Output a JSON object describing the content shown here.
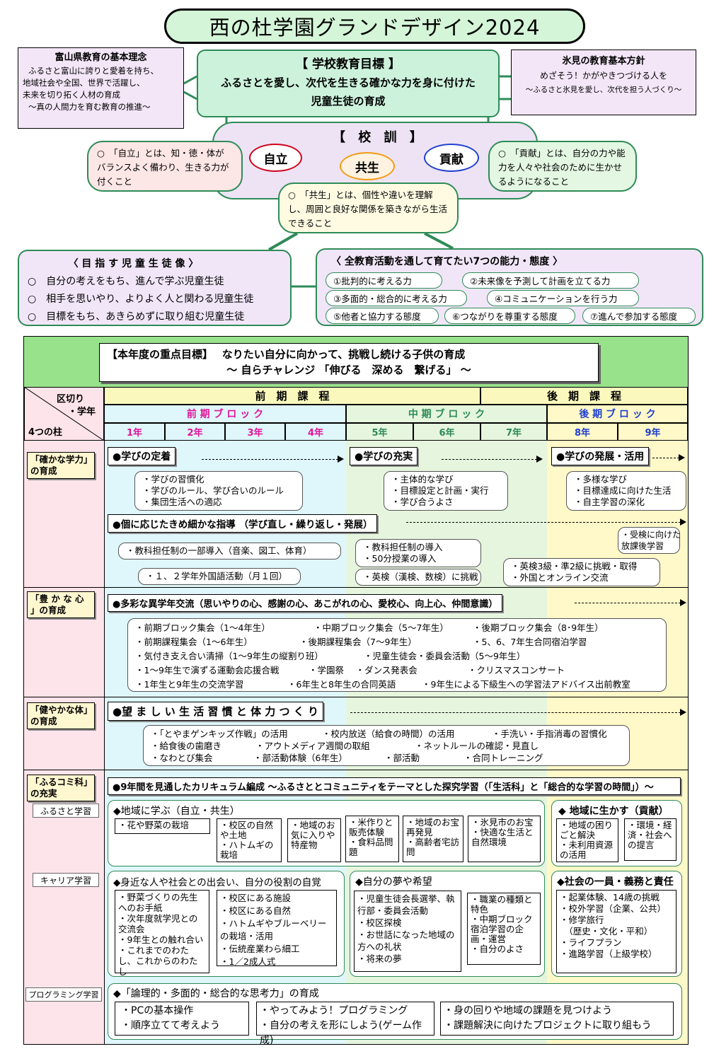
{
  "title": "西の杜学園グランドデザイン2024",
  "pref": {
    "heading": "富山県教育の基本理念",
    "lines": [
      "ふるさと富山に誇りと愛着を持ち、",
      "地域社会や全国、世界で活躍し、",
      "未来を切り拓く人材の育成",
      "～真の人間力を育む教育の推進～"
    ]
  },
  "himi": {
    "heading": "氷見の教育基本方針",
    "line1": "めざそう！かがやきつづける人を",
    "line2": "～ふるさと氷見を愛し、次代を担う人づくり～"
  },
  "goal": {
    "heading": "【 学校教育目標 】",
    "line1": "ふるさとを愛し、次代を生きる確かな力を身に付けた",
    "line2": "児童生徒の育成"
  },
  "kunren": {
    "heading": "【 校 訓 】",
    "jiritsu": "自立",
    "kyosei": "共生",
    "koken": "貢献",
    "jiritsu_note": "○　「自立」とは、知・徳・体がバランスよく備わり、生きる力が付くこと",
    "koken_note": "○　「貢献」とは、自分の力や能力を人々や社会のために生かせるようになること",
    "kyosei_note": "○　「共生」とは、個性や違いを理解し、周囲と良好な関係を築きながら生活できること"
  },
  "aim": {
    "heading": "〈 目 指 す 児 童 生 徒 像 〉",
    "items": [
      "○　自分の考えをもち、進んで学ぶ児童生徒",
      "○　相手を思いやり、よりよく人と関わる児童生徒",
      "○　目標をもち、あきらめずに取り組む児童生徒"
    ]
  },
  "abilities": {
    "heading": "〈 全教育活動を通して育てたい7つの能力・態度 〉",
    "items": [
      "①批判的に考える力",
      "②未来像を予測して計画を立てる力",
      "③多面的・総合的に考える力",
      "④コミュニケーションを行う力",
      "⑤他者と協力する態度",
      "⑥つながりを尊重する態度",
      "⑦進んで参加する態度"
    ]
  },
  "focus": {
    "line1": "【本年度の重点目標】　 なりたい自分に向かって、挑戦し続ける子供の育成",
    "line2": "～ 自らチャレンジ 「伸びる　深める　繋げる」 ～"
  },
  "header": {
    "kugiri": "区切り",
    "gakunen": "・学年",
    "hashira": "4つの柱",
    "zenki": "前　期　課　程",
    "koki": "後　期　課　程",
    "zb": "前 期 ブ ロ ッ ク",
    "cb": "中 期 ブ ロ ッ ク",
    "kb": "後 期 ブ ロ ッ ク",
    "grades": [
      "1年",
      "2年",
      "3年",
      "4年",
      "5年",
      "6年",
      "7年",
      "8年",
      "9年"
    ]
  },
  "pillars": {
    "p1": "「確かな学力」の育成",
    "p2": "「豊 か な 心 」の育成",
    "p3": "「健やかな体」の育成",
    "p4": "「ふるコミ科」の充実"
  },
  "gakuryoku": {
    "s1": "●学びの定着",
    "s2": "●学びの充実",
    "s3": "●学びの発展・活用",
    "b1": [
      "・学びの習慣化",
      "・学びのルール、学び合いのルール",
      "・集団生活への適応"
    ],
    "b2": [
      "・主体的な学び",
      "・目標設定と計画・実行",
      "・学び合うよさ"
    ],
    "b3": [
      "・多様な学び",
      "・目標達成に向けた生活",
      "・自主学習の深化"
    ],
    "s4": "●個に応じたきめ細かな指導 （学び直し・繰り返し・発展）",
    "c1": "・教科担任制の一部導入（音楽、図工、体育）",
    "c2": "・１、２学年外国語活動（月１回）",
    "c3": [
      "・教科担任制の導入",
      "・50分授業の導入"
    ],
    "c4": "・英検（漢検、数検）に挑戦",
    "c5": [
      "・英検3級・準2級に挑戦・取得",
      "・外国とオンライン交流"
    ],
    "c6": [
      "・受検に向けた",
      "放課後学習"
    ]
  },
  "kokoro": {
    "s1": "●多彩な異学年交流（思いやりの心、感謝の心、あこがれの心、愛校心、向上心、仲間意識）",
    "rows": [
      [
        "・前期ブロック集会（1～4年生）",
        "・中期ブロック集会（5～7年生）",
        "・後期ブロック集会（8･9年生）"
      ],
      [
        "・前期課程集会（1～6年生）",
        "・後期課程集会（7～9年生）",
        "・5、6、7年生合同宿泊学習"
      ],
      [
        "・気付き支え合い清掃（1～9年生の縦割り班）",
        "・児童生徒会・委員会活動（5～9年生）",
        ""
      ],
      [
        "・1～9年生で演ずる運動会応援合戦",
        "・学園祭　 ・ダンス発表会",
        "・クリスマスコンサート"
      ],
      [
        "・1年生と9年生の交流学習",
        "・6年生と8年生の合同英語",
        "・9年生による下級生への学習法アドバイス出前教室"
      ]
    ]
  },
  "karada": {
    "s1": "●望 ま し い 生 活 習 慣 と 体 力 つ く り",
    "rows": [
      [
        "・「とやまゲンキッズ作戦」の活用",
        "・校内放送（給食の時間）の活用",
        "・手洗い・手指消毒の習慣化"
      ],
      [
        "・給食後の歯磨き",
        "・アウトメディア週間の取組",
        "・ネットルールの確認・見直し"
      ],
      [
        "・なわとび集会",
        "・部活動体験（6年生）",
        "・部活動",
        "・合同トレーニング"
      ]
    ]
  },
  "furukomi": {
    "s1": "●9年間を見通したカリキュラム編成 ～ふるさととコミュニティをテーマとした探究学習（「生活科」と「総合的な学習の時間」）～",
    "furusato_lbl": "ふるさと学習",
    "career_lbl": "キャリア学習",
    "prog_lbl": "プログラミング学習",
    "f1h": "◆地域に学ぶ（自立・共生）",
    "f2h": "◆ 地域に生かす（貢献）",
    "f_items": [
      "・花や野菜の栽培",
      "・校区の自然や土地\n・ハトムギの栽培",
      "・地域のお気に入りや特産物",
      "・米作りと販売体験\n・食料品問題",
      "・地域のお宝再発見\n・高齢者宅訪問",
      "・氷見市のお宝\n・快適な生活と自然環境",
      "・地域の困りごと解決\n・未利用資源の活用",
      "・環境・経済・社会への提言"
    ],
    "k1h": "◆身近な人や社会との出会い、自分の役割の自覚",
    "k2h": "◆自分の夢や希望",
    "k3h": "◆社会の一員・義務と責任",
    "k_items": [
      "・野菜づくりの先生へのお手紙\n・次年度就学児との交流会\n・9年生との触れ合い\n・これまでのわたし、これからのわたし",
      "・校区にある施設\n・校区にある自然\n・ハトムギやブルーベリーの栽培・活用\n・伝統産業わら細工\n・1／2成人式",
      "・児童生徒会長選挙、執行部・委員会活動\n・校区探検\n・お世話になった地域の方への礼状\n・将来の夢",
      "・職業の種類と特色\n・中期ブロック宿泊学習の企画・運営\n・自分のよさ",
      "・起業体験、14歳の挑戦\n・校外学習（企業、公共）\n・修学旅行\n　（歴史・文化・平和）\n・ライフプラン\n・進路学習（上級学校）"
    ],
    "ph": "◆「論理的・多面的・総合的な思考力」の育成",
    "p_items": [
      "・PCの基本操作\n・順序立てて考えよう",
      "・やってみよう！プログラミング\n・自分の考えを形にしよう(ゲーム作成)",
      "・身の回りや地域の課題を見つけよう\n・課題解決に向けたプロジェクトに取り組もう"
    ]
  },
  "colors": {
    "green": "#2e8b57",
    "zenki_bg": "#dff6fb",
    "chuki_bg": "#e6f6de",
    "koki_bg": "#fff8c8",
    "pillar_bg": "#fde4ea"
  }
}
